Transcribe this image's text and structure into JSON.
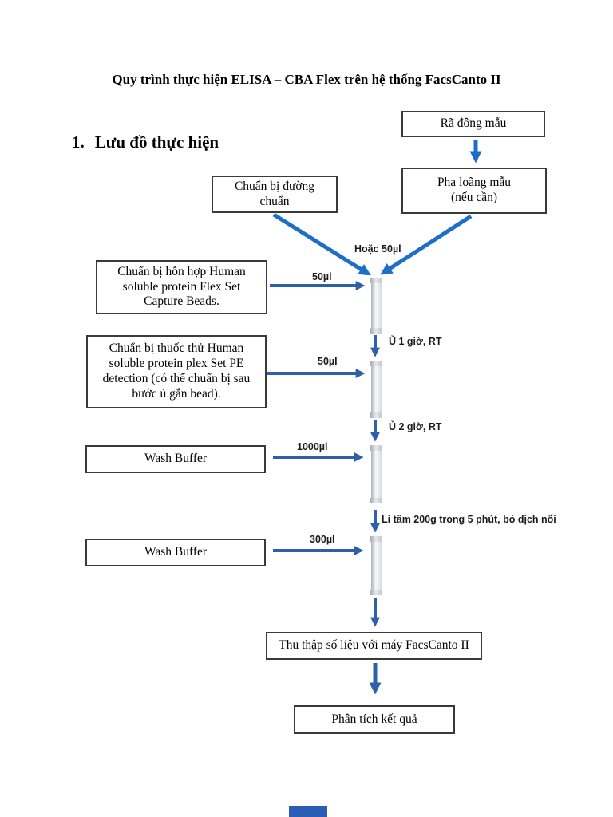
{
  "document": {
    "title": "Quy trình thực hiện ELISA – CBA Flex trên hệ thống FacsCanto II",
    "section_number": "1.",
    "section_title": "Lưu đồ thực hiện"
  },
  "flowchart": {
    "boxes": {
      "thaw": "Rã đông mẫu",
      "dilute": "Pha loãng mẫu\n(nếu cần)",
      "standard": "Chuẩn bị đường\nchuẩn",
      "capture_beads": "Chuẩn bị hỗn hợp Human\nsoluble protein Flex Set\nCapture Beads.",
      "pe_detection": "Chuẩn bị thuốc thử Human\nsoluble protein plex Set PE\ndetection (có thể chuẩn bị sau\nbước ủ gắn bead).",
      "wash_buffer_1": "Wash Buffer",
      "wash_buffer_2": "Wash Buffer",
      "acquire": "Thu thập số liệu với máy FacsCanto II",
      "analyze": "Phân tích kết quả"
    },
    "labels": {
      "or_volume": "Hoặc 50µl",
      "beads_volume": "50µl",
      "pe_volume": "50µl",
      "incubate_1": "Ủ 1 giờ, RT",
      "incubate_2": "Ủ 2 giờ, RT",
      "wash_volume_1": "1000µl",
      "centrifuge": "Li tâm 200g trong 5 phút, bỏ dịch nổi",
      "wash_volume_2": "300µl"
    },
    "colors": {
      "arrow_bright_blue": "#1e6ec9",
      "arrow_steel_blue": "#2e5fa9",
      "box_border": "#3a3a3a",
      "tube_gray": "#d9dcdf",
      "bottom_bar_blue": "#2a5db4"
    }
  }
}
